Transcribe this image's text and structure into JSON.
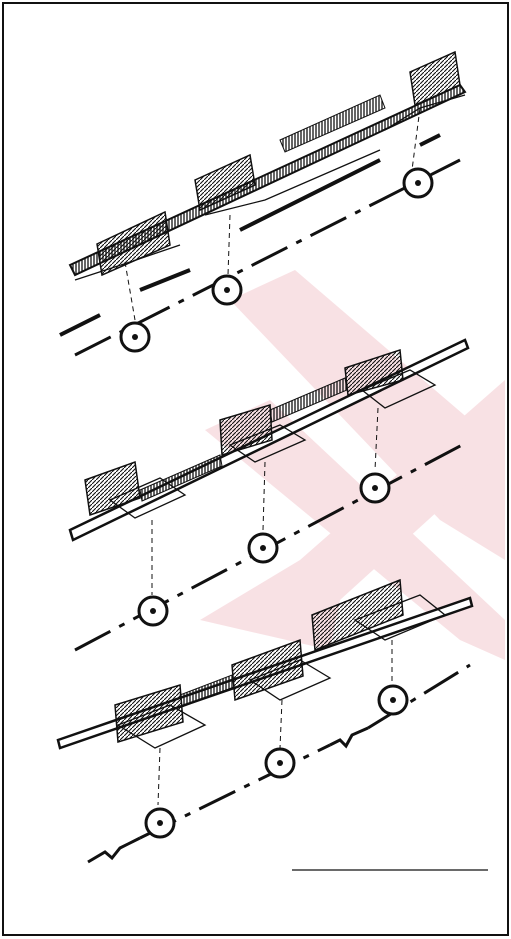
{
  "figure": {
    "title": "",
    "background": "#ffffff",
    "ink": "#111111",
    "watermark_color": "#f4c9cf",
    "panels": [
      {
        "name": "street-section-top",
        "blocks": 3,
        "nodes": 3
      },
      {
        "name": "street-section-middle",
        "blocks": 3,
        "nodes": 3
      },
      {
        "name": "street-section-bottom",
        "blocks": 3,
        "nodes": 3
      }
    ]
  }
}
